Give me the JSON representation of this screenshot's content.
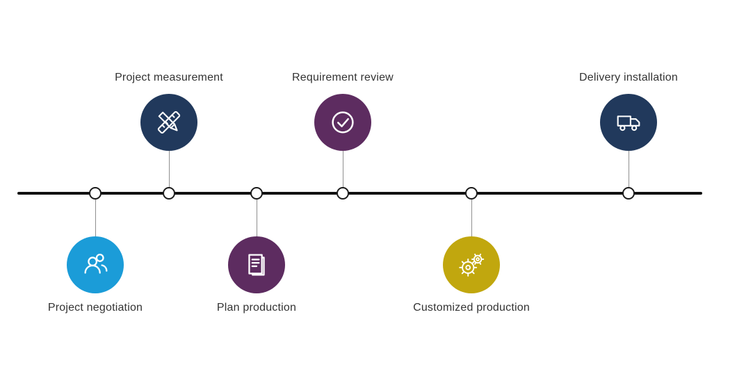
{
  "page": {
    "background": "#ffffff"
  },
  "timeline": {
    "line_color": "#111111",
    "node_fill": "#ffffff",
    "node_border": "#1c1c1c",
    "connector_color": "#8f8f8f",
    "label_color": "#333333",
    "steps": [
      {
        "label": "Project negotiation",
        "icon": "users-icon",
        "color": "#1b9cd8",
        "side": "below"
      },
      {
        "label": "Project measurement",
        "icon": "ruler-pencil-icon",
        "color": "#21395c",
        "side": "above"
      },
      {
        "label": "Plan production",
        "icon": "report-icon",
        "color": "#5d2c60",
        "side": "below"
      },
      {
        "label": "Requirement review",
        "icon": "check-circle-icon",
        "color": "#5d2c60",
        "side": "above"
      },
      {
        "label": "Customized production",
        "icon": "gears-icon",
        "color": "#c1a70e",
        "side": "below"
      },
      {
        "label": "Delivery installation",
        "icon": "truck-icon",
        "color": "#21395c",
        "side": "above"
      }
    ]
  }
}
